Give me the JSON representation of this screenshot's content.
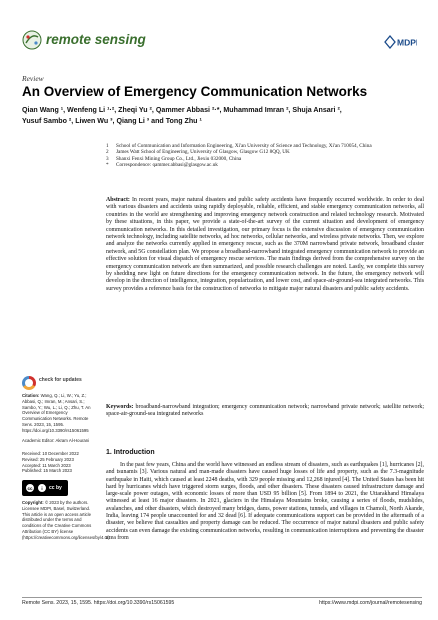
{
  "header": {
    "journal": "remote sensing",
    "publisher": "MDPI"
  },
  "article": {
    "type": "Review",
    "title": "An Overview of Emergency Communication Networks",
    "authors_line1": "Qian Wang ¹, Wenfeng Li ¹·², Zheqi Yu ², Qammer Abbasi ²·*, Muhammad Imran ², Shuja Ansari ²,",
    "authors_line2": "Yusuf Sambo ², Liwen Wu ³, Qiang Li ³ and Tong Zhu ¹",
    "affiliations": [
      {
        "n": "1",
        "text": "School of Communication and Information Engineering, Xi'an University of Science and Technology, Xi'an 710054, China"
      },
      {
        "n": "2",
        "text": "James Watt School of Engineering, University of Glasgow, Glasgow G12 8QQ, UK"
      },
      {
        "n": "3",
        "text": "Shanxi Fenxi Mining Group Co., Ltd., Jiexiu 032000, China"
      },
      {
        "n": "*",
        "text": "Correspondence: qammer.abbasi@glasgow.ac.uk"
      }
    ],
    "abstract_label": "Abstract:",
    "abstract": "In recent years, major natural disasters and public safety accidents have frequently occurred worldwide. In order to deal with various disasters and accidents using rapidly deployable, reliable, efficient, and stable emergency communication networks, all countries in the world are strengthening and improving emergency network construction and related technology research. Motivated by these situations, in this paper, we provide a state-of-the-art survey of the current situation and development of emergency communication networks. In this detailed investigation, our primary focus is the extensive discussion of emergency communication network technology, including satellite networks, ad hoc networks, cellular networks, and wireless private networks. Then, we explore and analyze the networks currently applied in emergency rescue, such as the 370M narrowband private network, broadband cluster network, and 5G constellation plan. We propose a broadband-narrowband integrated emergency communication network to provide an effective solution for visual dispatch of emergency rescue services. The main findings derived from the comprehensive survey on the emergency communication network are then summarized, and possible research challenges are noted. Lastly, we complete this survey by shedding new light on future directions for the emergency communication network. In the future, the emergency network will develop in the direction of intelligence, integration, popularization, and lower cost, and space-air-ground-sea integrated networks. This survey provides a reference basis for the construction of networks to mitigate major natural disasters and public safety accidents.",
    "keywords_label": "Keywords:",
    "keywords": "broadband-narrowband integration; emergency communication network; narrowband private network; satellite network; space-air-ground-sea integrated networks"
  },
  "sidebar": {
    "check_label": "check for updates",
    "citation_label": "Citation:",
    "citation": "Wang, Q.; Li, W.; Yu, Z.; Abbasi, Q.; Imran, M.; Ansari, S.; Sambo, Y.; Wu, L.; Li, Q.; Zhu, T. An Overview of Emergency Communication Networks. Remote Sens. 2023, 15, 1595. https://doi.org/10.3390/rs15061595",
    "editor_label": "Academic Editor:",
    "editor": "Akram Al-Hourani",
    "received": "Received: 10 December 2022",
    "revised": "Revised: 25 February 2023",
    "accepted": "Accepted: 11 March 2023",
    "published": "Published: 15 March 2023",
    "license": "cc by",
    "copyright_label": "Copyright:",
    "copyright": "© 2023 by the authors. Licensee MDPI, Basel, Switzerland. This article is an open access article distributed under the terms and conditions of the Creative Commons Attribution (CC BY) license (https://creativecommons.org/licenses/by/4.0/)."
  },
  "intro": {
    "heading": "1. Introduction",
    "text": "In the past few years, China and the world have witnessed an endless stream of disasters, such as earthquakes [1], hurricanes [2], and tsunamis [3]. Various natural and man-made disasters have caused huge losses of life and property, such as the 7.3-magnitude earthquake in Haiti, which caused at least 2248 deaths, with 329 people missing and 12,268 injured [4]. The United States has been hit hard by hurricanes which have triggered storm surges, floods, and other disasters. These disasters caused infrastructure damage and large-scale power outages, with economic losses of more than USD 95 billion [5]. From 1894 to 2021, the Uttarakhand Himalaya witnessed at least 16 major disasters. In 2021, glaciers in the Himalaya Mountains broke, causing a series of floods, mudslides, avalanches, and other disasters, which destroyed many bridges, dams, power stations, tunnels, and villages in Chamoli, North Akande, India, leaving 174 people unaccounted for and 32 dead [6]. If adequate communications support can be provided in the aftermath of a disaster, we believe that casualties and property damage can be reduced. The occurrence of major natural disasters and public safety accidents can even damage the existing communication networks, resulting in communication interruptions and preventing the disaster area from"
  },
  "footer": {
    "left": "Remote Sens. 2023, 15, 1595. https://doi.org/10.3390/rs15061595",
    "right": "https://www.mdpi.com/journal/remotesensing"
  }
}
